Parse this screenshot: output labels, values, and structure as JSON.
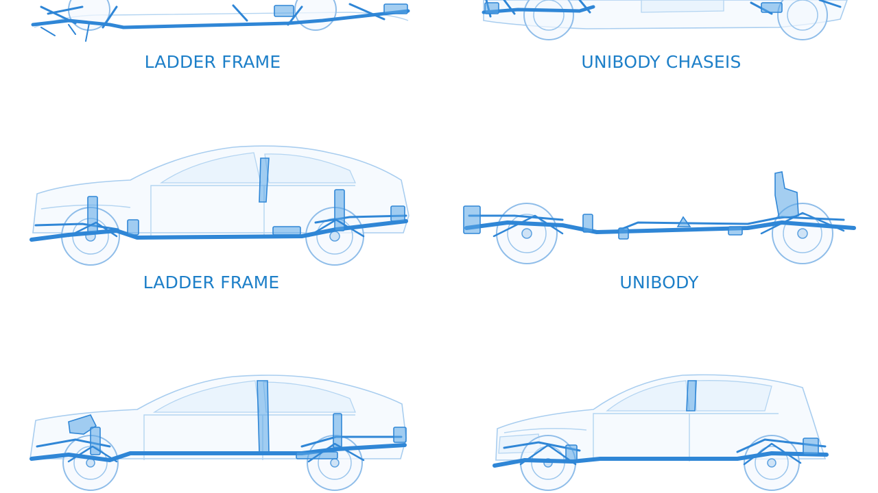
{
  "panels": [
    {
      "label": "LADDER FRAME",
      "variant": "ladder-frame-top"
    },
    {
      "label": "UNIBODY CHASEIS",
      "variant": "unibody-top"
    },
    {
      "label": "LADDER FRAME",
      "variant": "sedan-ladder"
    },
    {
      "label": "UNIBODY",
      "variant": "bare-chassis"
    },
    {
      "label": "",
      "variant": "sedan-unibody"
    },
    {
      "label": "",
      "variant": "hatchback"
    }
  ],
  "colors": {
    "label": "#1d7fc8",
    "frame": "#2f86d6",
    "body_outline": "#a8cdef",
    "background": "#ffffff"
  }
}
